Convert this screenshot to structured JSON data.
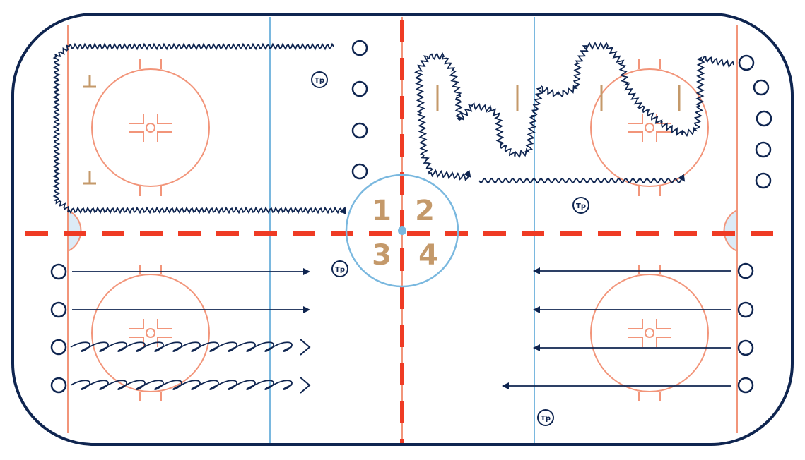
{
  "colors": {
    "boards": "#0f2550",
    "center_red": "#ef3b24",
    "blue_line": "#7ab8df",
    "faceoff": "#f2957a",
    "crease": "#dcebf7",
    "marker": "#c4996a",
    "player": "#0f2550"
  },
  "zones": [
    "1",
    "2",
    "3",
    "4"
  ],
  "players_label": "Tp",
  "icons": {
    "player": "player-circle-icon",
    "cone": "cone-marker-icon",
    "puck": "center-dot-icon"
  }
}
